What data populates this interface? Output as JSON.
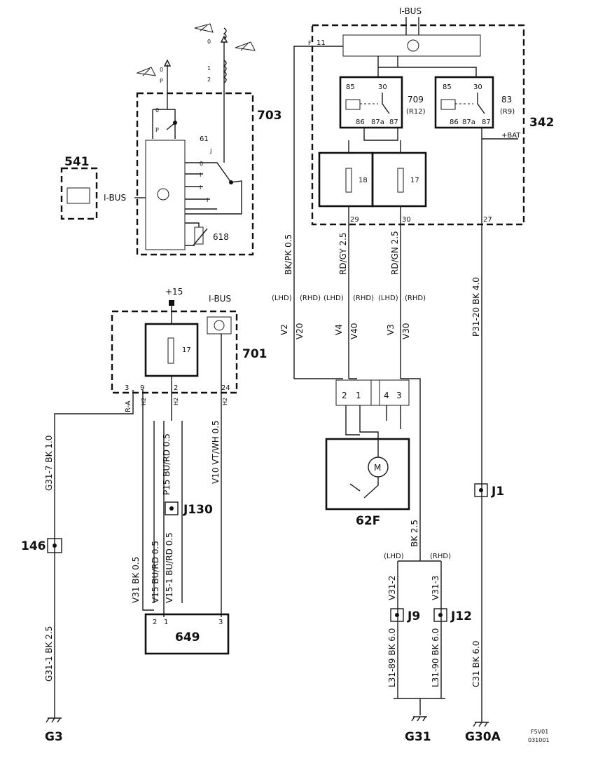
{
  "components": {
    "c703": "703",
    "c541": "541",
    "c342": "342",
    "c701": "701",
    "c62f": "62F",
    "c649": "649",
    "c61": "61",
    "c618": "618",
    "r709": "709",
    "r709sub": "(R12)",
    "r83": "83",
    "r83sub": "(R9)",
    "f18": "18",
    "f17a": "17",
    "f17b": "17"
  },
  "labels": {
    "ibus_top": "I-BUS",
    "ibus_541": "I-BUS",
    "ibus_701": "I-BUS",
    "plus15": "+15",
    "plus_bat": "+BAT",
    "lhd": "(LHD)",
    "rhd": "(RHD)",
    "p0": "0",
    "pP": "P",
    "p1": "1",
    "p2": "2",
    "pJ": "J",
    "pI": "I",
    "code1": "F5V01",
    "code2": "031001"
  },
  "relay_pins": {
    "p85": "85",
    "p30": "30",
    "p86": "86",
    "p87a": "87a",
    "p87": "87"
  },
  "pins": {
    "f11": "11",
    "f29": "29",
    "f30": "30",
    "f27": "27",
    "h3": "3",
    "h9": "9",
    "h2": "2",
    "h24": "24",
    "c2": "2",
    "c1": "1",
    "c4": "4",
    "c3": "3",
    "p649_2": "2",
    "p649_1": "1",
    "p649_3": "3",
    "F": "F",
    "H2": "H2"
  },
  "wires": {
    "bkpk": "BK/PK  0.5",
    "rdgy": "RD/GY  2.5",
    "rdgn": "RD/GN  2.5",
    "p31_20": "P31-20  BK  4.0",
    "v2": "V2",
    "v20": "V20",
    "v4": "V4",
    "v40": "V40",
    "v3": "V3",
    "v30": "V30",
    "g31_7": "G31-7  BK  1.0",
    "g31_1": "G31-1  BK  2.5",
    "ra": "R-A",
    "p15": "P15  BU/RD  0.5",
    "v10": "V10  VT/WH  0.5",
    "v31": "V31  BK  0.5",
    "v15": "V15  BU/RD  0.5",
    "v15_1": "V15-1  BU/RD  0.5",
    "bk25": "BK  2.5",
    "v31_2": "V31-2",
    "v31_3": "V31-3",
    "l31_89": "L31-89  BK  6.0",
    "l31_90": "L31-90  BK  6.0",
    "c31": "C31  BK  6.0"
  },
  "connectors": {
    "j1": "J1",
    "j9": "J9",
    "j12": "J12",
    "j130": "J130",
    "n146": "146"
  },
  "grounds": {
    "g3": "G3",
    "g31": "G31",
    "g30a": "G30A"
  }
}
